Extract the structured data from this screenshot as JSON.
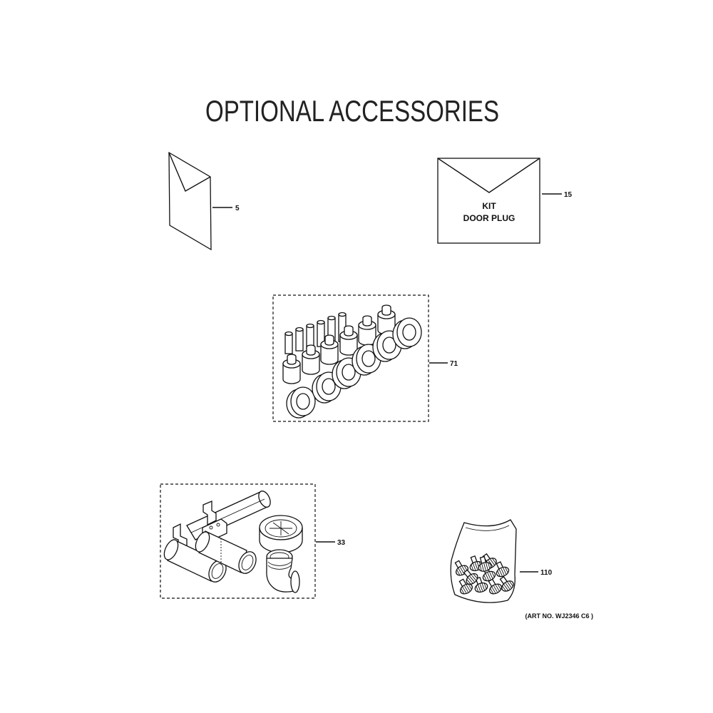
{
  "title": "OPTIONAL ACCESSORIES",
  "parts": [
    {
      "callout": "5"
    },
    {
      "callout": "15",
      "label_line1": "KIT",
      "label_line2": "DOOR PLUG"
    },
    {
      "callout": "71"
    },
    {
      "callout": "33"
    },
    {
      "callout": "110"
    }
  ],
  "art_number": "(ART NO. WJ2346 C6 )",
  "colors": {
    "line": "#111111",
    "background": "#ffffff"
  }
}
